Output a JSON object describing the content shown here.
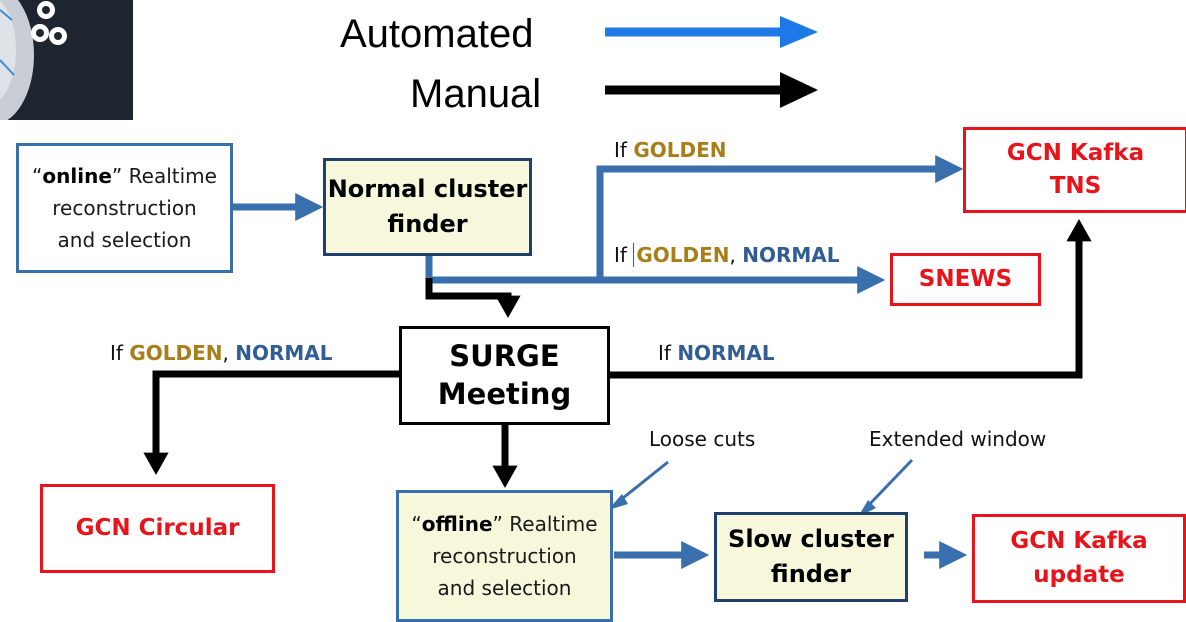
{
  "legend": {
    "automated_label": "Automated",
    "manual_label": "Manual",
    "automated_color": "#1e78e8",
    "manual_color": "#000000"
  },
  "boxes": {
    "online": {
      "keyword": "online",
      "rest": " Realtime",
      "line2": "reconstruction",
      "line3": "and selection"
    },
    "normal_finder": {
      "line1": "Normal cluster",
      "line2": "finder"
    },
    "gcn_kafka_tns": {
      "line1": "GCN Kafka",
      "line2": "TNS"
    },
    "snews": {
      "label": "SNEWS"
    },
    "surge": {
      "line1": "SURGE",
      "line2": "Meeting"
    },
    "gcn_circular": {
      "label": "GCN Circular"
    },
    "offline": {
      "keyword": "offline",
      "rest": " Realtime",
      "line2": "reconstruction",
      "line3": "and selection"
    },
    "slow_finder": {
      "line1": "Slow cluster",
      "line2": "finder"
    },
    "gcn_kafka_update": {
      "line1": "GCN Kafka",
      "line2": "update"
    }
  },
  "conditions": {
    "if": "If",
    "golden": "GOLDEN",
    "normal": "NORMAL",
    "comma": ", "
  },
  "annotations": {
    "loose_cuts": "Loose cuts",
    "extended_window": "Extended window"
  },
  "colors": {
    "automated_flow": "#3a6fad",
    "manual_flow": "#000000",
    "golden": "#a87e1a",
    "normal": "#2f5d94",
    "output_red": "#e8141b",
    "finder_fill": "#f7f7dc"
  }
}
